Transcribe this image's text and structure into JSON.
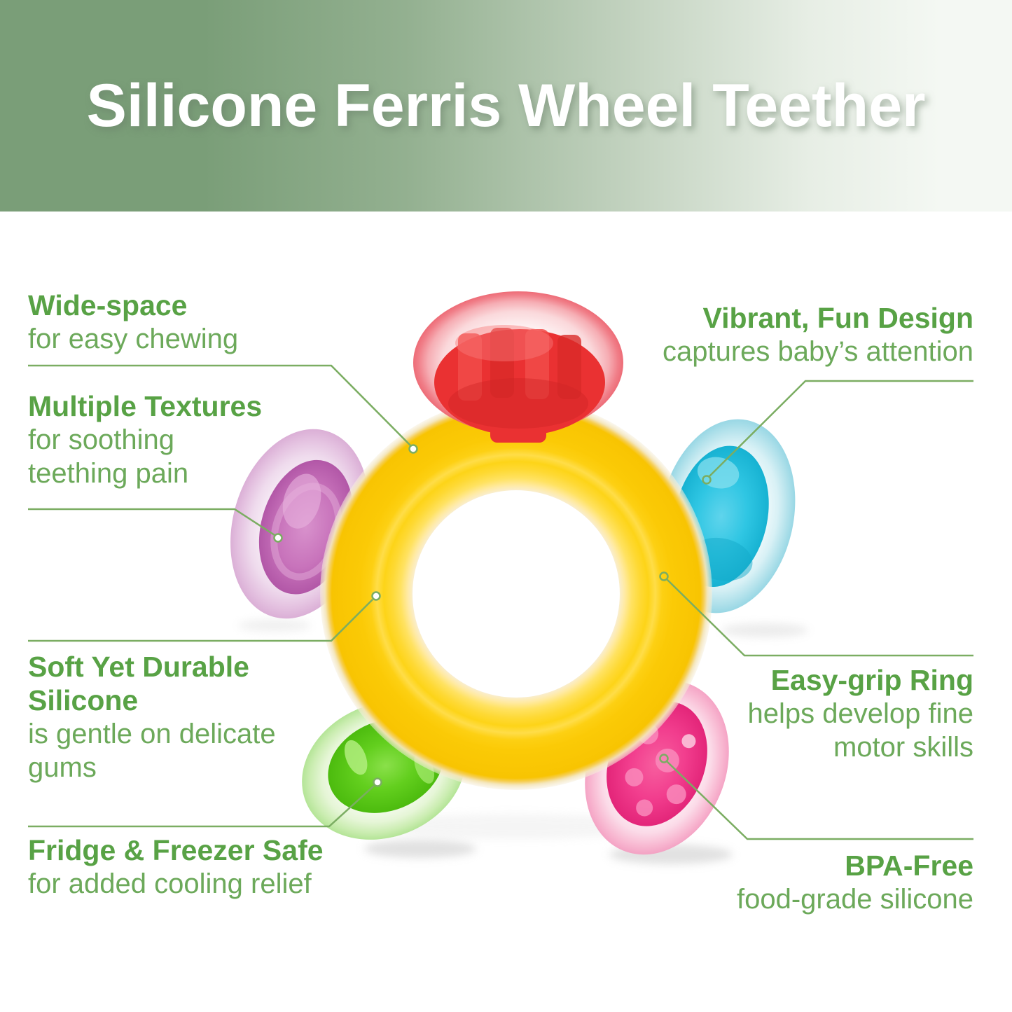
{
  "banner": {
    "title": "Silicone Ferris Wheel Teether"
  },
  "callouts": {
    "wide_space": {
      "heading": "Wide-space",
      "body": "for easy chewing"
    },
    "multiple_textures": {
      "heading": "Multiple Textures",
      "body": "for soothing\nteething pain"
    },
    "soft_silicone": {
      "heading": "Soft Yet Durable\nSilicone",
      "body": "is gentle on delicate\ngums"
    },
    "fridge_safe": {
      "heading": "Fridge & Freezer Safe",
      "body": "for added cooling relief"
    },
    "vibrant_design": {
      "heading": "Vibrant, Fun Design",
      "body": "captures baby’s attention"
    },
    "easy_grip": {
      "heading": "Easy-grip Ring",
      "body": "helps develop fine\nmotor skills"
    },
    "bpa_free": {
      "heading": "BPA-Free",
      "body": "food-grade silicone"
    }
  },
  "colors": {
    "banner_green_left": "#7a9e78",
    "banner_green_right": "#f4f8f3",
    "title_white": "#ffffff",
    "heading_green": "#58a245",
    "body_green": "#6ca95a",
    "line_green": "#7bad62",
    "ring_yellow": "#fccd08",
    "bump_red": "#ea3132",
    "bump_purple": "#c06ab8",
    "bump_blue": "#2fc6e3",
    "bump_green": "#63cf1e",
    "bump_pink": "#f23e8e"
  },
  "product": {
    "label": "silicone-ferris-wheel-teether-ring"
  }
}
